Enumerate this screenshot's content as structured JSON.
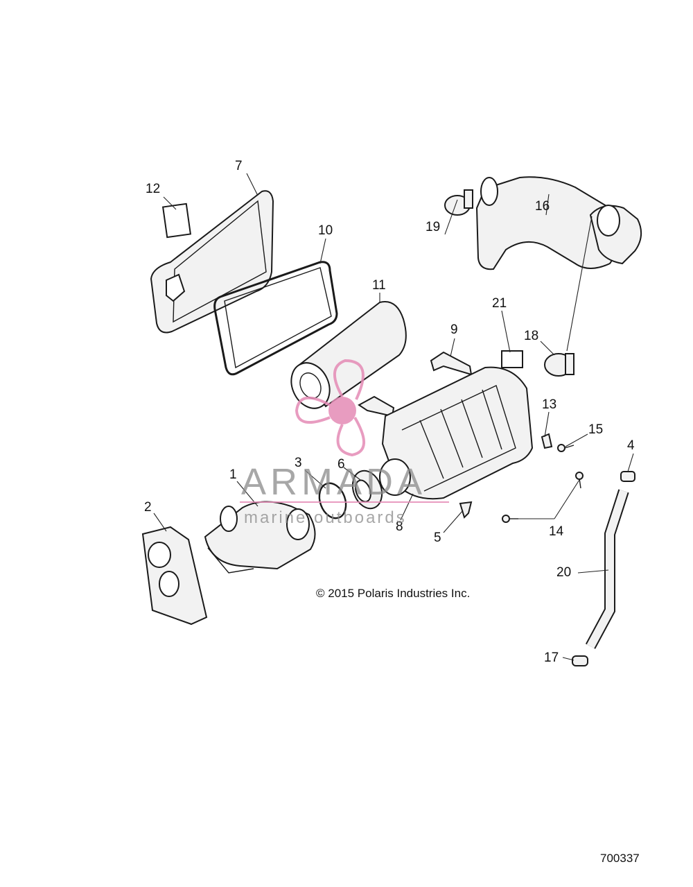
{
  "diagram": {
    "callouts": [
      "1",
      "2",
      "3",
      "4",
      "5",
      "6",
      "7",
      "8",
      "9",
      "10",
      "11",
      "12",
      "13",
      "14",
      "15",
      "16",
      "17",
      "18",
      "19",
      "20",
      "21"
    ],
    "copyright": "© 2015 Polaris Industries Inc.",
    "figure_number": "700337"
  },
  "watermark": {
    "brand": "ARMADA",
    "tagline": "marine outboards",
    "color": "#e58bb6"
  }
}
